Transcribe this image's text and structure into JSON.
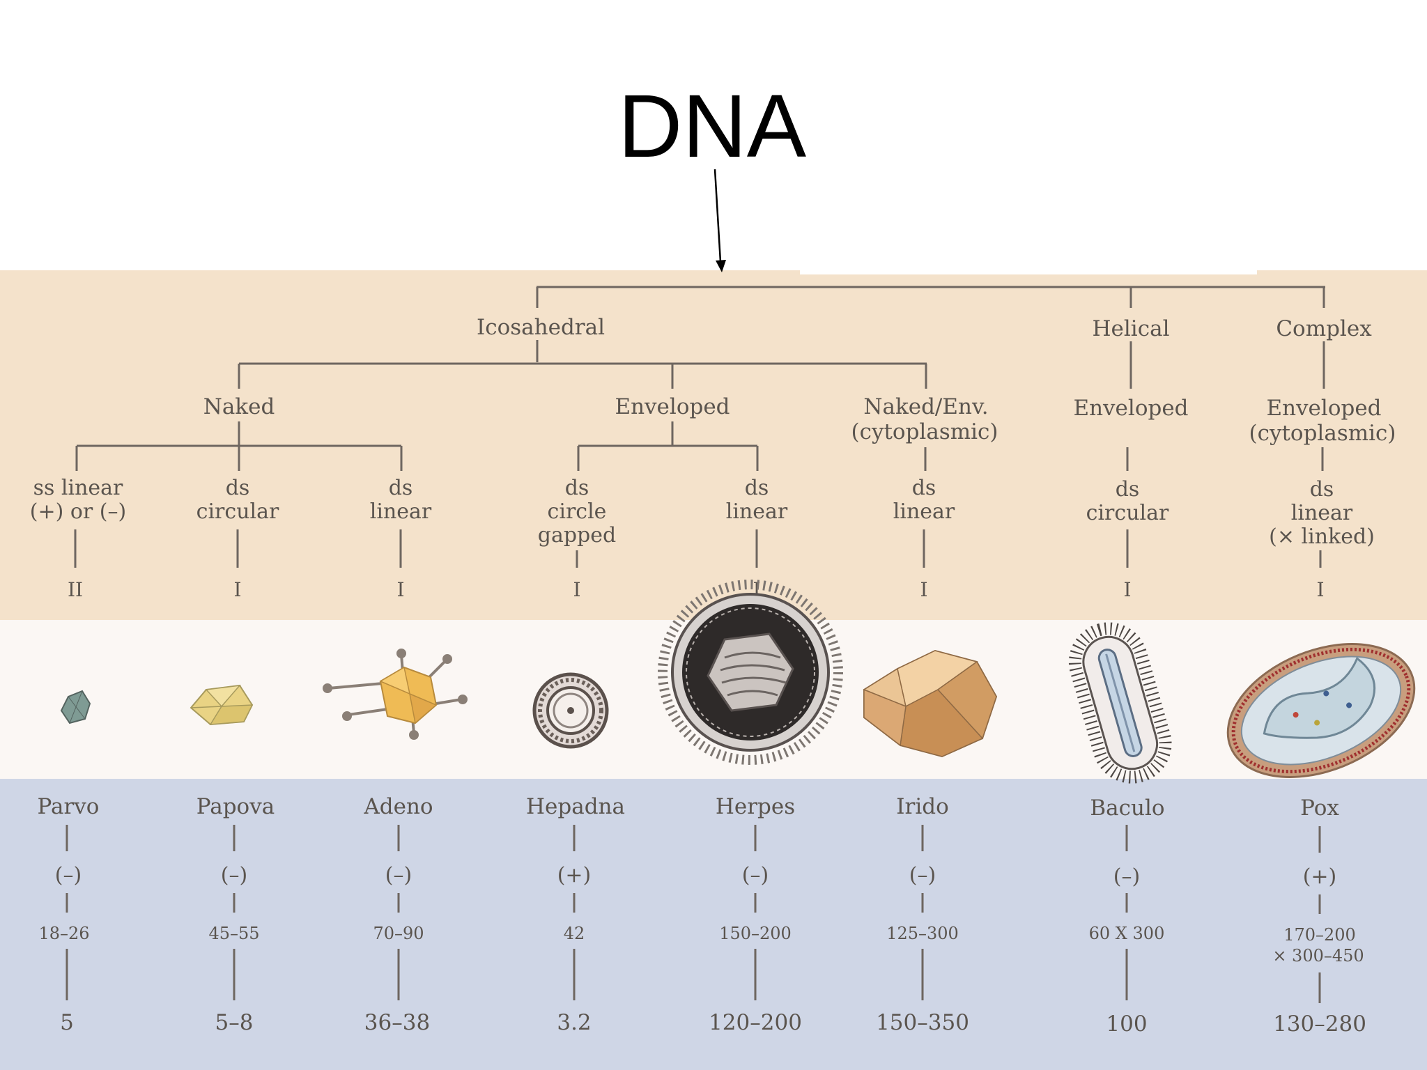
{
  "title": "DNA",
  "tree": {
    "level1": [
      "Icosahedral",
      "Helical",
      "Complex"
    ],
    "level2": [
      "Naked",
      "Enveloped",
      "Naked/Env.",
      "(cytoplasmic)",
      "Enveloped",
      "Enveloped",
      "(cytoplasmic)"
    ],
    "genome": [
      [
        "ss linear",
        "(+) or (–)"
      ],
      [
        "ds",
        "circular"
      ],
      [
        "ds",
        "linear"
      ],
      [
        "ds",
        "circle",
        "gapped"
      ],
      [
        "ds",
        "linear"
      ],
      [
        "ds",
        "linear"
      ],
      [
        "ds",
        "circular"
      ],
      [
        "ds",
        "linear",
        "(× linked)"
      ]
    ],
    "class": [
      "II",
      "I",
      "I",
      "I",
      "I",
      "I",
      "I",
      "I"
    ]
  },
  "families": [
    {
      "name": "Parvo",
      "sense": "(–)",
      "size": [
        "18–26"
      ],
      "genome_kb": "5"
    },
    {
      "name": "Papova",
      "sense": "(–)",
      "size": [
        "45–55"
      ],
      "genome_kb": "5–8"
    },
    {
      "name": "Adeno",
      "sense": "(–)",
      "size": [
        "70–90"
      ],
      "genome_kb": "36–38"
    },
    {
      "name": "Hepadna",
      "sense": "(+)",
      "size": [
        "42"
      ],
      "genome_kb": "3.2"
    },
    {
      "name": "Herpes",
      "sense": "(–)",
      "size": [
        "150–200"
      ],
      "genome_kb": "120–200"
    },
    {
      "name": "Irido",
      "sense": "(–)",
      "size": [
        "125–300"
      ],
      "genome_kb": "150–350"
    },
    {
      "name": "Baculo",
      "sense": "(–)",
      "size": [
        "60 X 300"
      ],
      "genome_kb": "100"
    },
    {
      "name": "Pox",
      "sense": "(+)",
      "size": [
        "170–200",
        "× 300–450"
      ],
      "genome_kb": "130–280"
    }
  ],
  "icons": [
    "parvo-virion-icon",
    "papova-virion-icon",
    "adeno-virion-icon",
    "hepadna-virion-icon",
    "herpes-virion-icon",
    "irido-virion-icon",
    "baculo-virion-icon",
    "pox-virion-icon"
  ],
  "colors": {
    "tree_band": "#f4e2cb",
    "image_band": "#fbf7f4",
    "table_band": "#cfd6e6",
    "line": "#6e6660",
    "text": "#5a544e"
  }
}
